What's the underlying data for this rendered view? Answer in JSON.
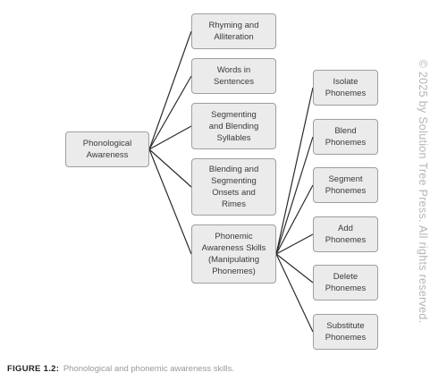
{
  "diagram": {
    "root": {
      "id": "phonological-awareness",
      "label": "Phonological\nAwareness"
    },
    "level1": [
      {
        "id": "rhyming",
        "label": "Rhyming and\nAlliteration"
      },
      {
        "id": "words",
        "label": "Words in\nSentences"
      },
      {
        "id": "segmenting-syllables",
        "label": "Segmenting\nand Blending\nSyllables"
      },
      {
        "id": "onsets-rimes",
        "label": "Blending and\nSegmenting\nOnsets and\nRimes"
      },
      {
        "id": "phonemic-awareness",
        "label": "Phonemic\nAwareness Skills\n(Manipulating\nPhonemes)"
      }
    ],
    "level2": [
      {
        "id": "isolate",
        "label": "Isolate\nPhonemes"
      },
      {
        "id": "blend",
        "label": "Blend\nPhonemes"
      },
      {
        "id": "segment",
        "label": "Segment\nPhonemes"
      },
      {
        "id": "add",
        "label": "Add\nPhonemes"
      },
      {
        "id": "delete",
        "label": "Delete\nPhonemes"
      },
      {
        "id": "substitute",
        "label": "Substitute\nPhonemes"
      }
    ]
  },
  "caption": {
    "label": "FIGURE 1.2:",
    "text": "Phonological and phonemic awareness skills."
  },
  "copyright": "© 2025 by Solution Tree Press. All rights reserved."
}
